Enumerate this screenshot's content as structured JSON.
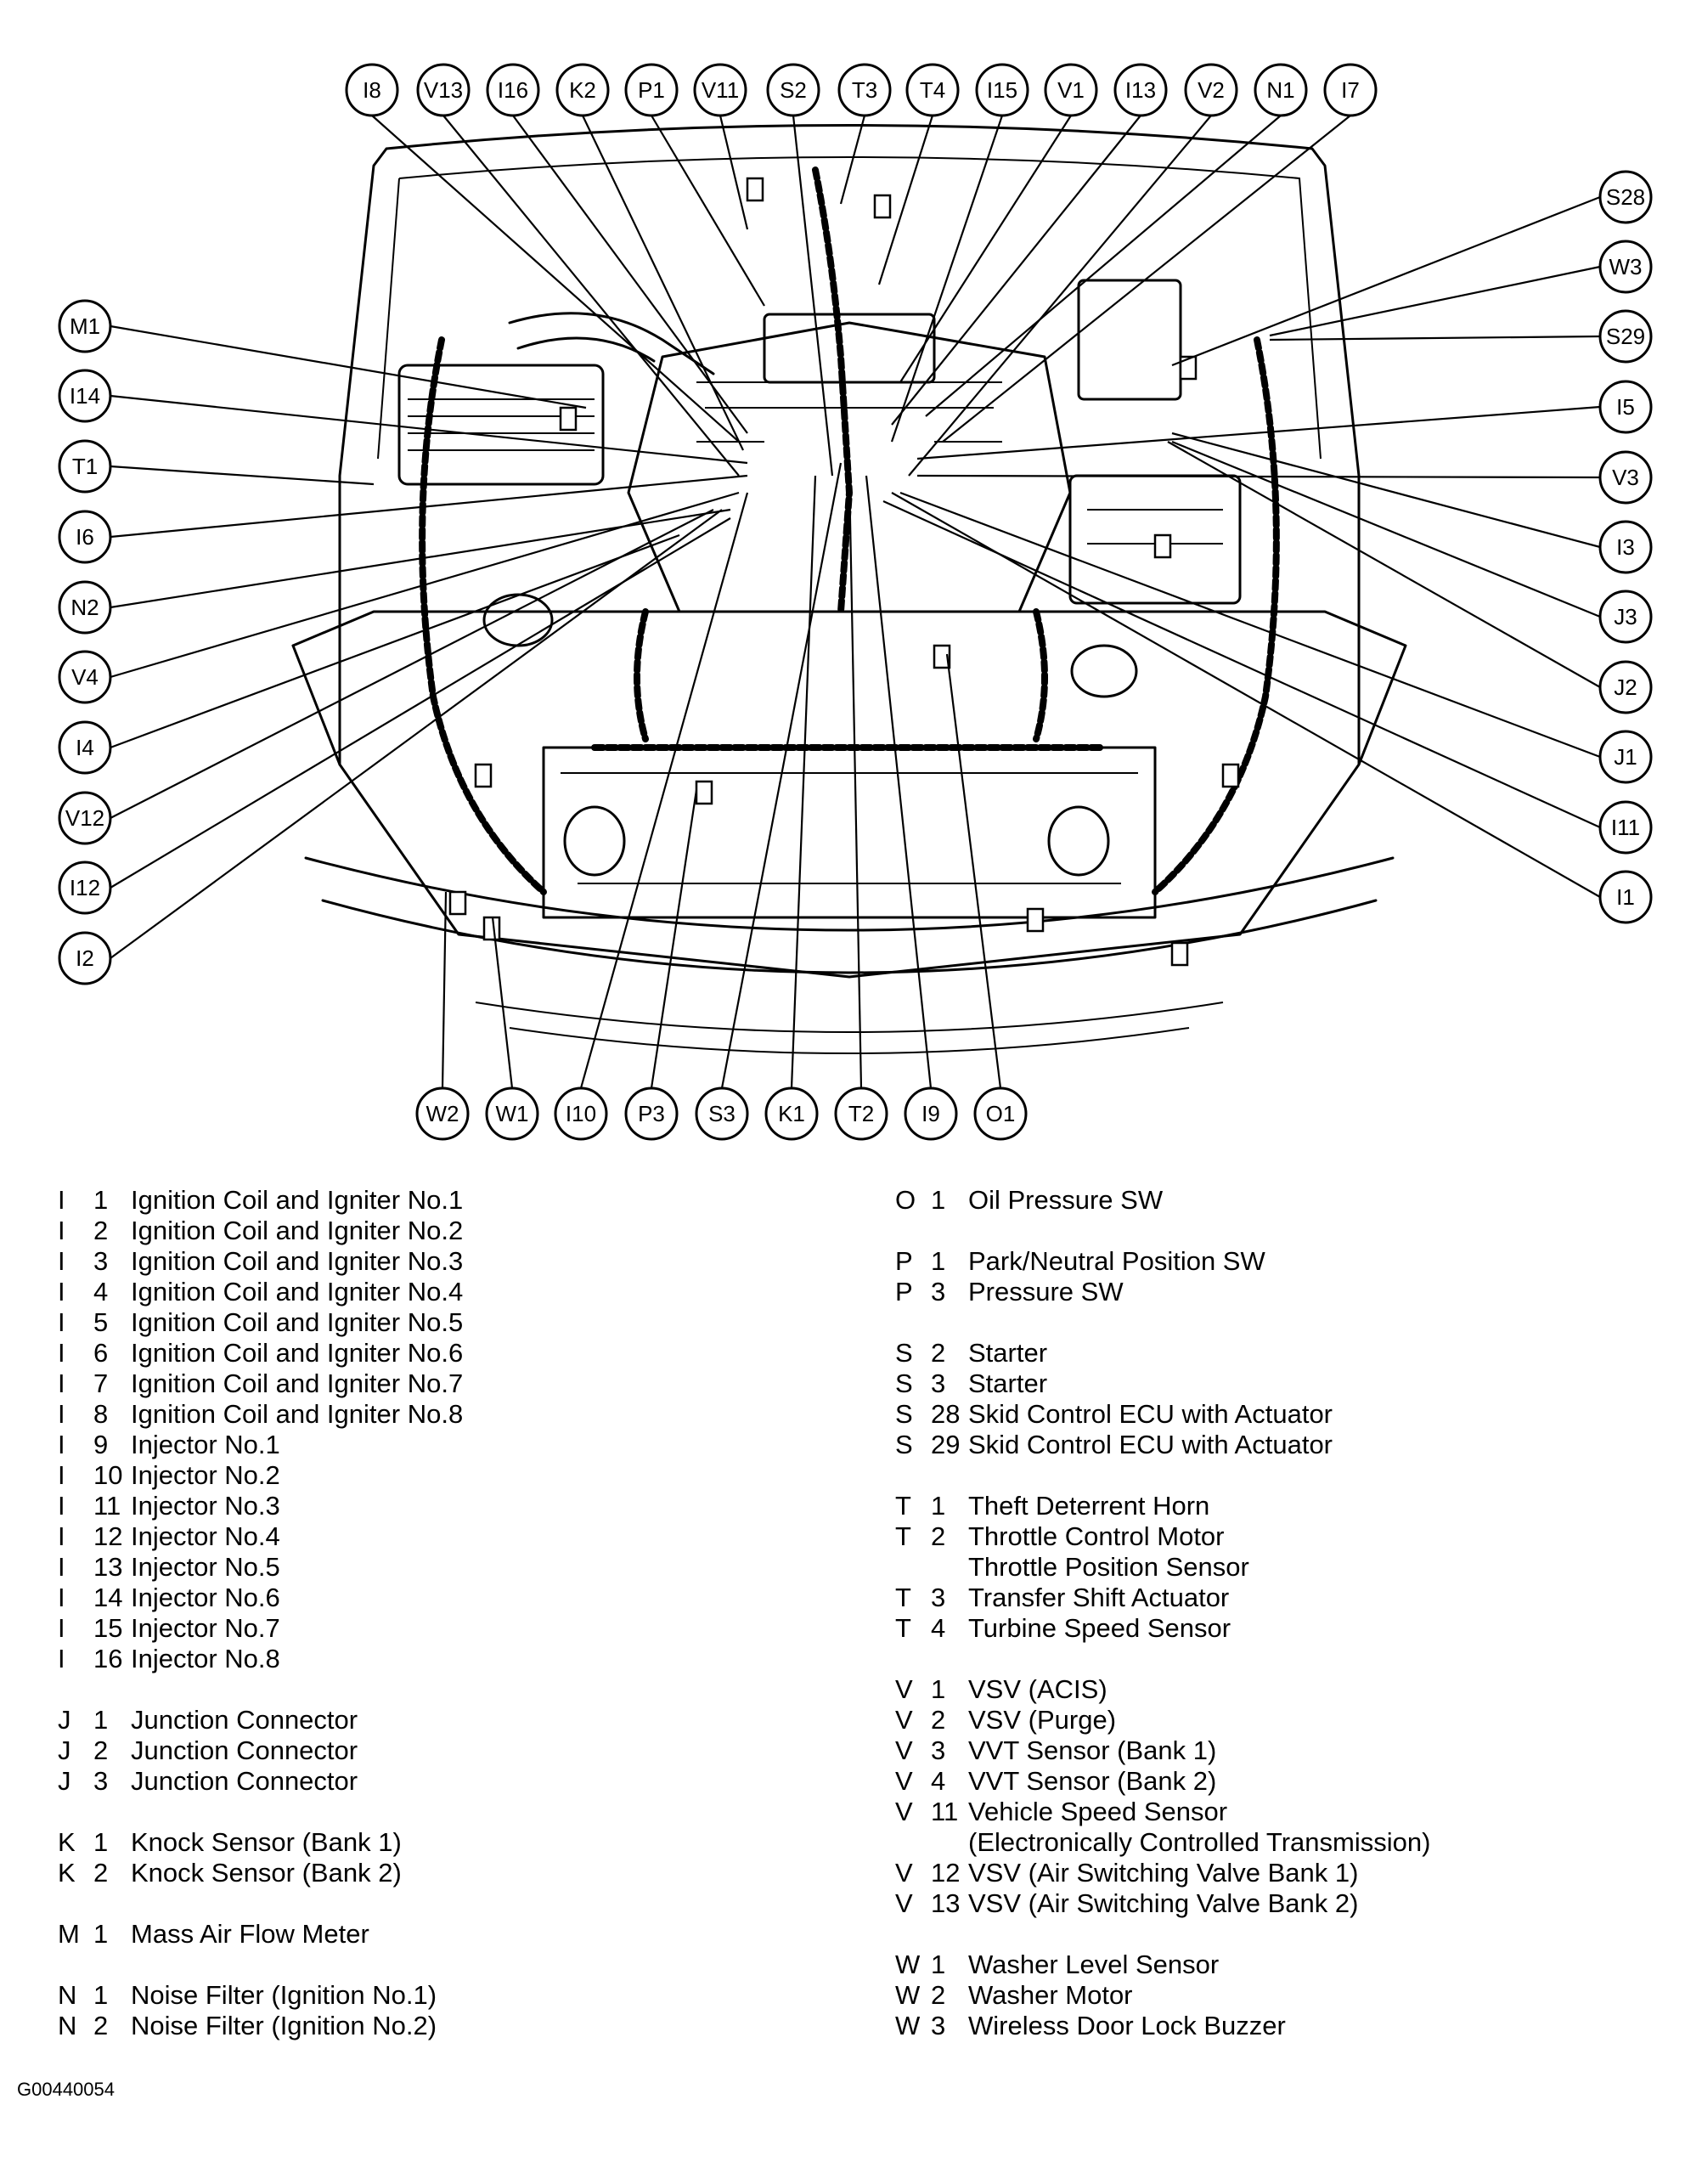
{
  "callouts": {
    "top": [
      "I8",
      "V13",
      "I16",
      "K2",
      "P1",
      "V11",
      "S2",
      "T3",
      "T4",
      "I15",
      "V1",
      "I13",
      "V2",
      "N1",
      "I7"
    ],
    "left": [
      "M1",
      "I14",
      "T1",
      "I6",
      "N2",
      "V4",
      "I4",
      "V12",
      "I12",
      "I2"
    ],
    "right": [
      "S28",
      "W3",
      "S29",
      "I5",
      "V3",
      "I3",
      "J3",
      "J2",
      "J1",
      "I11",
      "I1"
    ],
    "bottom": [
      "W2",
      "W1",
      "I10",
      "P3",
      "S3",
      "K1",
      "T2",
      "I9",
      "O1"
    ]
  },
  "legend": {
    "left": [
      {
        "letter": "I",
        "num": "1",
        "desc": "Ignition Coil and Igniter No.1"
      },
      {
        "letter": "I",
        "num": "2",
        "desc": "Ignition Coil and Igniter No.2"
      },
      {
        "letter": "I",
        "num": "3",
        "desc": "Ignition Coil and Igniter No.3"
      },
      {
        "letter": "I",
        "num": "4",
        "desc": "Ignition Coil and Igniter No.4"
      },
      {
        "letter": "I",
        "num": "5",
        "desc": "Ignition Coil and Igniter No.5"
      },
      {
        "letter": "I",
        "num": "6",
        "desc": "Ignition Coil and Igniter No.6"
      },
      {
        "letter": "I",
        "num": "7",
        "desc": "Ignition Coil and Igniter No.7"
      },
      {
        "letter": "I",
        "num": "8",
        "desc": "Ignition Coil and Igniter No.8"
      },
      {
        "letter": "I",
        "num": "9",
        "desc": "Injector No.1"
      },
      {
        "letter": "I",
        "num": "10",
        "desc": "Injector No.2"
      },
      {
        "letter": "I",
        "num": "11",
        "desc": "Injector No.3"
      },
      {
        "letter": "I",
        "num": "12",
        "desc": "Injector No.4"
      },
      {
        "letter": "I",
        "num": "13",
        "desc": "Injector No.5"
      },
      {
        "letter": "I",
        "num": "14",
        "desc": "Injector No.6"
      },
      {
        "letter": "I",
        "num": "15",
        "desc": "Injector No.7"
      },
      {
        "letter": "I",
        "num": "16",
        "desc": "Injector No.8"
      },
      {
        "gap": true
      },
      {
        "letter": "J",
        "num": "1",
        "desc": "Junction Connector"
      },
      {
        "letter": "J",
        "num": "2",
        "desc": "Junction Connector"
      },
      {
        "letter": "J",
        "num": "3",
        "desc": "Junction Connector"
      },
      {
        "gap": true
      },
      {
        "letter": "K",
        "num": "1",
        "desc": "Knock Sensor (Bank 1)"
      },
      {
        "letter": "K",
        "num": "2",
        "desc": "Knock Sensor (Bank 2)"
      },
      {
        "gap": true
      },
      {
        "letter": "M",
        "num": "1",
        "desc": "Mass Air Flow Meter"
      },
      {
        "gap": true
      },
      {
        "letter": "N",
        "num": "1",
        "desc": "Noise Filter (Ignition No.1)"
      },
      {
        "letter": "N",
        "num": "2",
        "desc": "Noise Filter (Ignition No.2)"
      }
    ],
    "right": [
      {
        "letter": "O",
        "num": "1",
        "desc": "Oil Pressure SW"
      },
      {
        "gap": true
      },
      {
        "letter": "P",
        "num": "1",
        "desc": "Park/Neutral Position SW"
      },
      {
        "letter": "P",
        "num": "3",
        "desc": "Pressure SW"
      },
      {
        "gap": true
      },
      {
        "letter": "S",
        "num": "2",
        "desc": "Starter"
      },
      {
        "letter": "S",
        "num": "3",
        "desc": "Starter"
      },
      {
        "letter": "S",
        "num": "28",
        "desc": "Skid Control ECU with Actuator"
      },
      {
        "letter": "S",
        "num": "29",
        "desc": "Skid Control ECU with Actuator"
      },
      {
        "gap": true
      },
      {
        "letter": "T",
        "num": "1",
        "desc": "Theft Deterrent Horn"
      },
      {
        "letter": "T",
        "num": "2",
        "desc": "Throttle Control Motor"
      },
      {
        "letter": "",
        "num": "",
        "desc": "Throttle Position Sensor"
      },
      {
        "letter": "T",
        "num": "3",
        "desc": "Transfer Shift Actuator"
      },
      {
        "letter": "T",
        "num": "4",
        "desc": "Turbine Speed Sensor"
      },
      {
        "gap": true
      },
      {
        "letter": "V",
        "num": "1",
        "desc": "VSV (ACIS)"
      },
      {
        "letter": "V",
        "num": "2",
        "desc": "VSV (Purge)"
      },
      {
        "letter": "V",
        "num": "3",
        "desc": "VVT Sensor (Bank 1)"
      },
      {
        "letter": "V",
        "num": "4",
        "desc": "VVT Sensor (Bank 2)"
      },
      {
        "letter": "V",
        "num": "11",
        "desc": "Vehicle Speed Sensor"
      },
      {
        "letter": "",
        "num": "",
        "desc": "(Electronically Controlled Transmission)"
      },
      {
        "letter": "V",
        "num": "12",
        "desc": "VSV (Air Switching Valve Bank 1)"
      },
      {
        "letter": "V",
        "num": "13",
        "desc": "VSV (Air Switching Valve Bank 2)"
      },
      {
        "gap": true
      },
      {
        "letter": "W",
        "num": "1",
        "desc": "Washer Level Sensor"
      },
      {
        "letter": "W",
        "num": "2",
        "desc": "Washer Motor"
      },
      {
        "letter": "W",
        "num": "3",
        "desc": "Wireless Door Lock Buzzer"
      }
    ]
  },
  "figure_id": "G00440054"
}
